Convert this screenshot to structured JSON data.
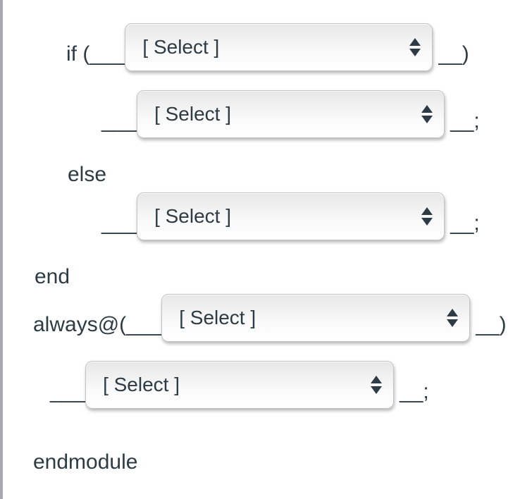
{
  "dropdown": {
    "placeholder": "[ Select ]"
  },
  "colors": {
    "text": "#2d3b45",
    "panel_left_border": "#a9a9ad",
    "select_border": "#c3c3c3",
    "select_gradient_top": "#e7e7e7",
    "select_gradient_bottom": "#ffffff"
  },
  "lines": [
    {
      "prefix": "if (___",
      "suffix": "__)"
    },
    {
      "prefix": "___",
      "suffix": "__;"
    },
    {
      "text": "else"
    },
    {
      "prefix": "___",
      "suffix": "__;"
    },
    {
      "text": "end"
    },
    {
      "prefix": "always@(___",
      "suffix": "__)"
    },
    {
      "prefix": "___",
      "suffix": "__;"
    },
    {
      "text": "endmodule"
    }
  ]
}
